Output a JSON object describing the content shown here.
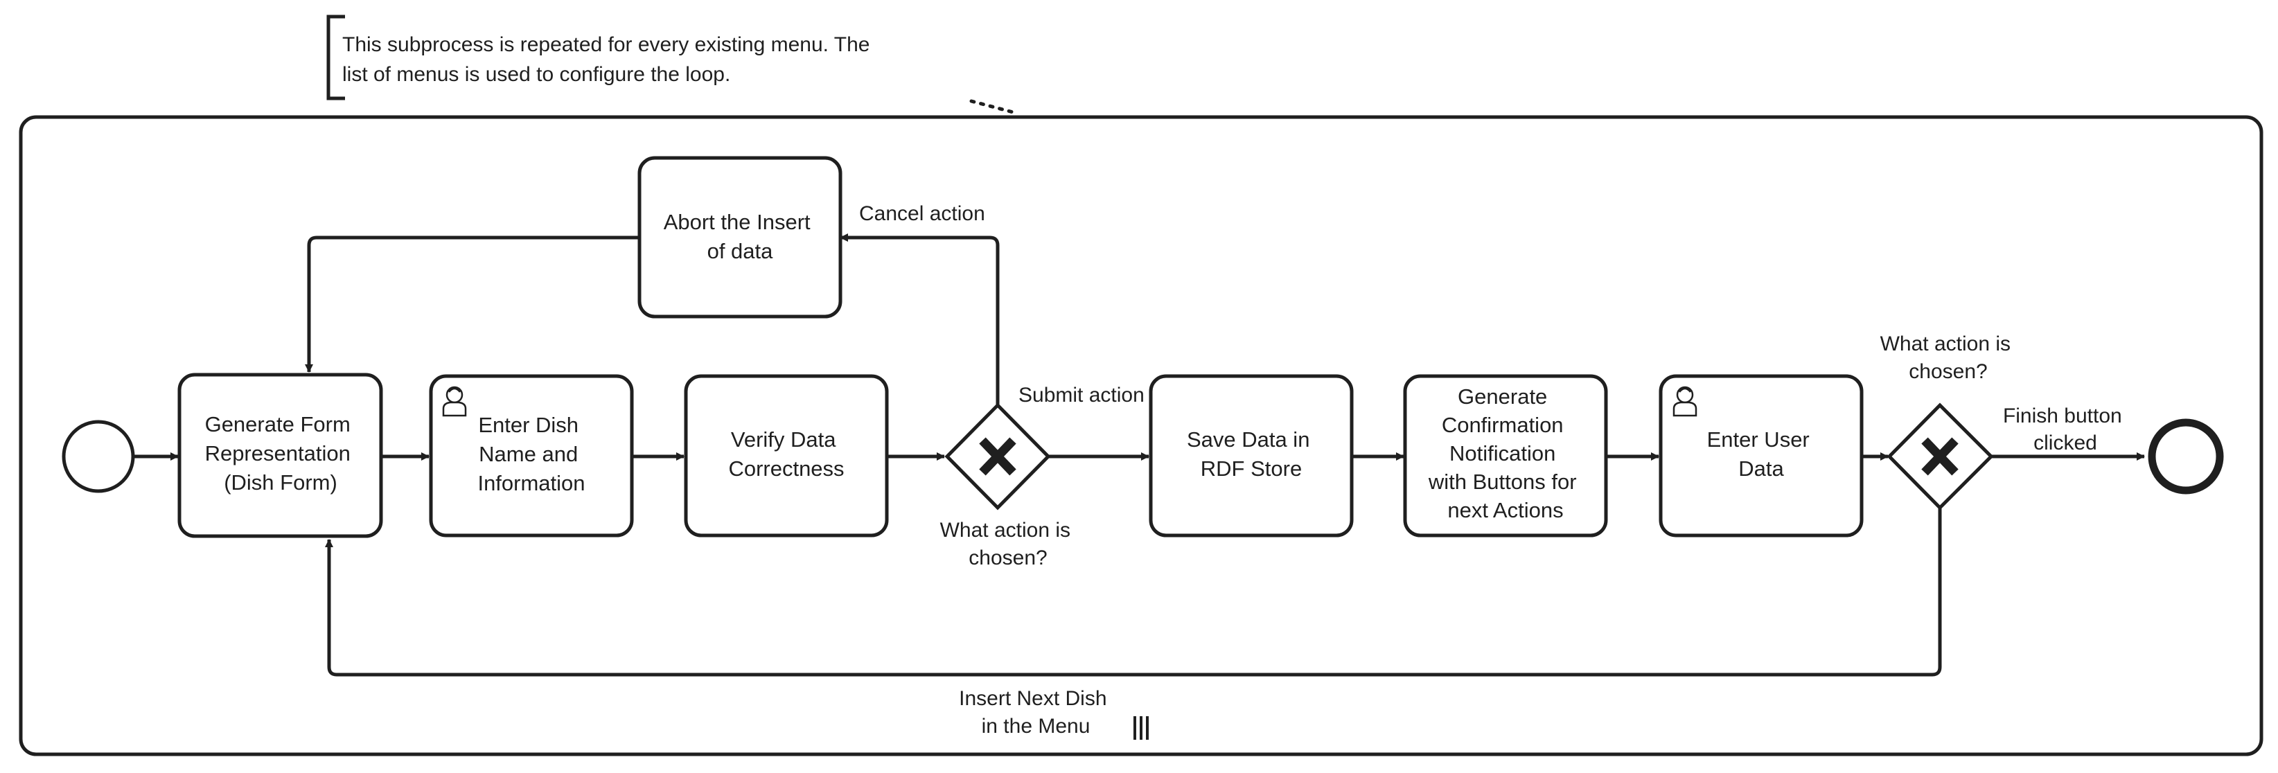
{
  "annotation": {
    "lines": [
      "This subprocess is repeated for every existing menu. The",
      "list of menus is used to configure the loop."
    ]
  },
  "tasks": [
    {
      "id": "abort",
      "type": "plain",
      "lines": [
        "Abort the Insert",
        "of data"
      ]
    },
    {
      "id": "generate-form",
      "type": "plain",
      "lines": [
        "Generate Form",
        "Representation",
        "(Dish Form)"
      ]
    },
    {
      "id": "enter-dish",
      "type": "user",
      "lines": [
        "Enter Dish",
        "Name and",
        "Information"
      ]
    },
    {
      "id": "verify",
      "type": "plain",
      "lines": [
        "Verify Data",
        "Correctness"
      ]
    },
    {
      "id": "save",
      "type": "plain",
      "lines": [
        "Save Data in",
        "RDF Store"
      ]
    },
    {
      "id": "confirm",
      "type": "plain",
      "lines": [
        "Generate",
        "Confirmation",
        "Notification",
        "with Buttons for",
        "next Actions"
      ]
    },
    {
      "id": "enter-user",
      "type": "user",
      "lines": [
        "Enter User",
        "Data"
      ]
    }
  ],
  "gateways": [
    {
      "id": "gw1",
      "lines": [
        "What action is",
        "chosen?"
      ]
    },
    {
      "id": "gw2",
      "lines": [
        "What action is",
        "chosen?"
      ]
    }
  ],
  "flow_labels": {
    "cancel": [
      "Cancel action"
    ],
    "submit": [
      "Submit action"
    ],
    "finish": [
      "Finish button",
      "clicked"
    ],
    "next_dish": [
      "Insert Next Dish",
      "in the Menu"
    ]
  },
  "colors": {
    "stroke": "#1f1f1f",
    "fill": "#ffffff"
  },
  "icons": {
    "user_task": "user-task-icon",
    "gateway_marker": "exclusive-x-icon",
    "loop_marker": "parallel-multi-instance-icon"
  }
}
